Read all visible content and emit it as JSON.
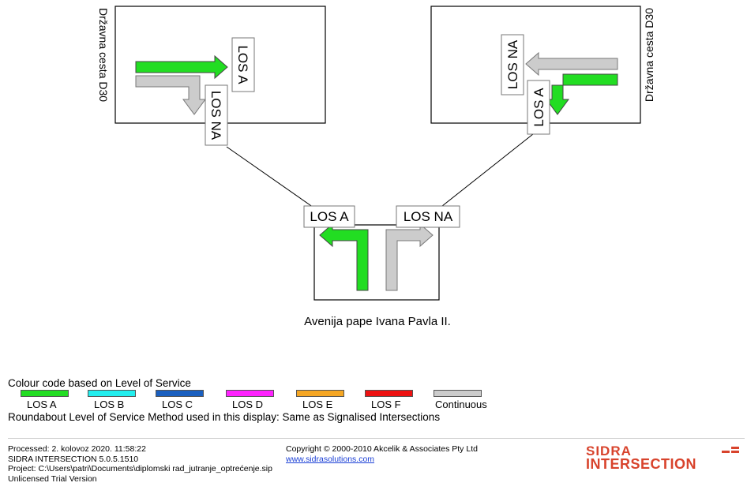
{
  "diagram": {
    "left_road_name": "Državna cesta D30",
    "right_road_name": "Državna cesta D30",
    "bottom_road_name": "Avenija pape Ivana Pavla II.",
    "labels": {
      "left_through": "LOS A",
      "left_turn": "LOS NA",
      "right_through": "LOS NA",
      "right_turn": "LOS A",
      "bottom_left": "LOS A",
      "bottom_right": "LOS NA"
    }
  },
  "legend": {
    "title": "Colour code based on Level of Service",
    "items": [
      {
        "label": "LOS A",
        "color": "#22dd22"
      },
      {
        "label": "LOS B",
        "color": "#22eeee"
      },
      {
        "label": "LOS C",
        "color": "#1a5fbf"
      },
      {
        "label": "LOS D",
        "color": "#ff22ff"
      },
      {
        "label": "LOS E",
        "color": "#f5a623"
      },
      {
        "label": "LOS F",
        "color": "#ee1111"
      },
      {
        "label": "Continuous",
        "color": "#cccccc"
      }
    ],
    "method": "Roundabout Level of Service Method used in this display: Same as Signalised Intersections"
  },
  "footer": {
    "processed": "Processed: 2. kolovoz 2020. 11:58:22",
    "version": "SIDRA INTERSECTION 5.0.5.1510",
    "project": "Project:  C:\\Users\\patri\\Documents\\diplomski rad_jutranje_optrećenje.sip",
    "license": "Unlicensed Trial Version",
    "copyright": "Copyright © 2000-2010 Akcelik & Associates Pty Ltd",
    "website": "www.sidrasolutions.com"
  },
  "logo": {
    "line1": "SIDRA",
    "line2": "INTERSECTION"
  },
  "colors": {
    "green": "#22dd22",
    "grey": "#cccccc",
    "brand": "#d8432c"
  }
}
